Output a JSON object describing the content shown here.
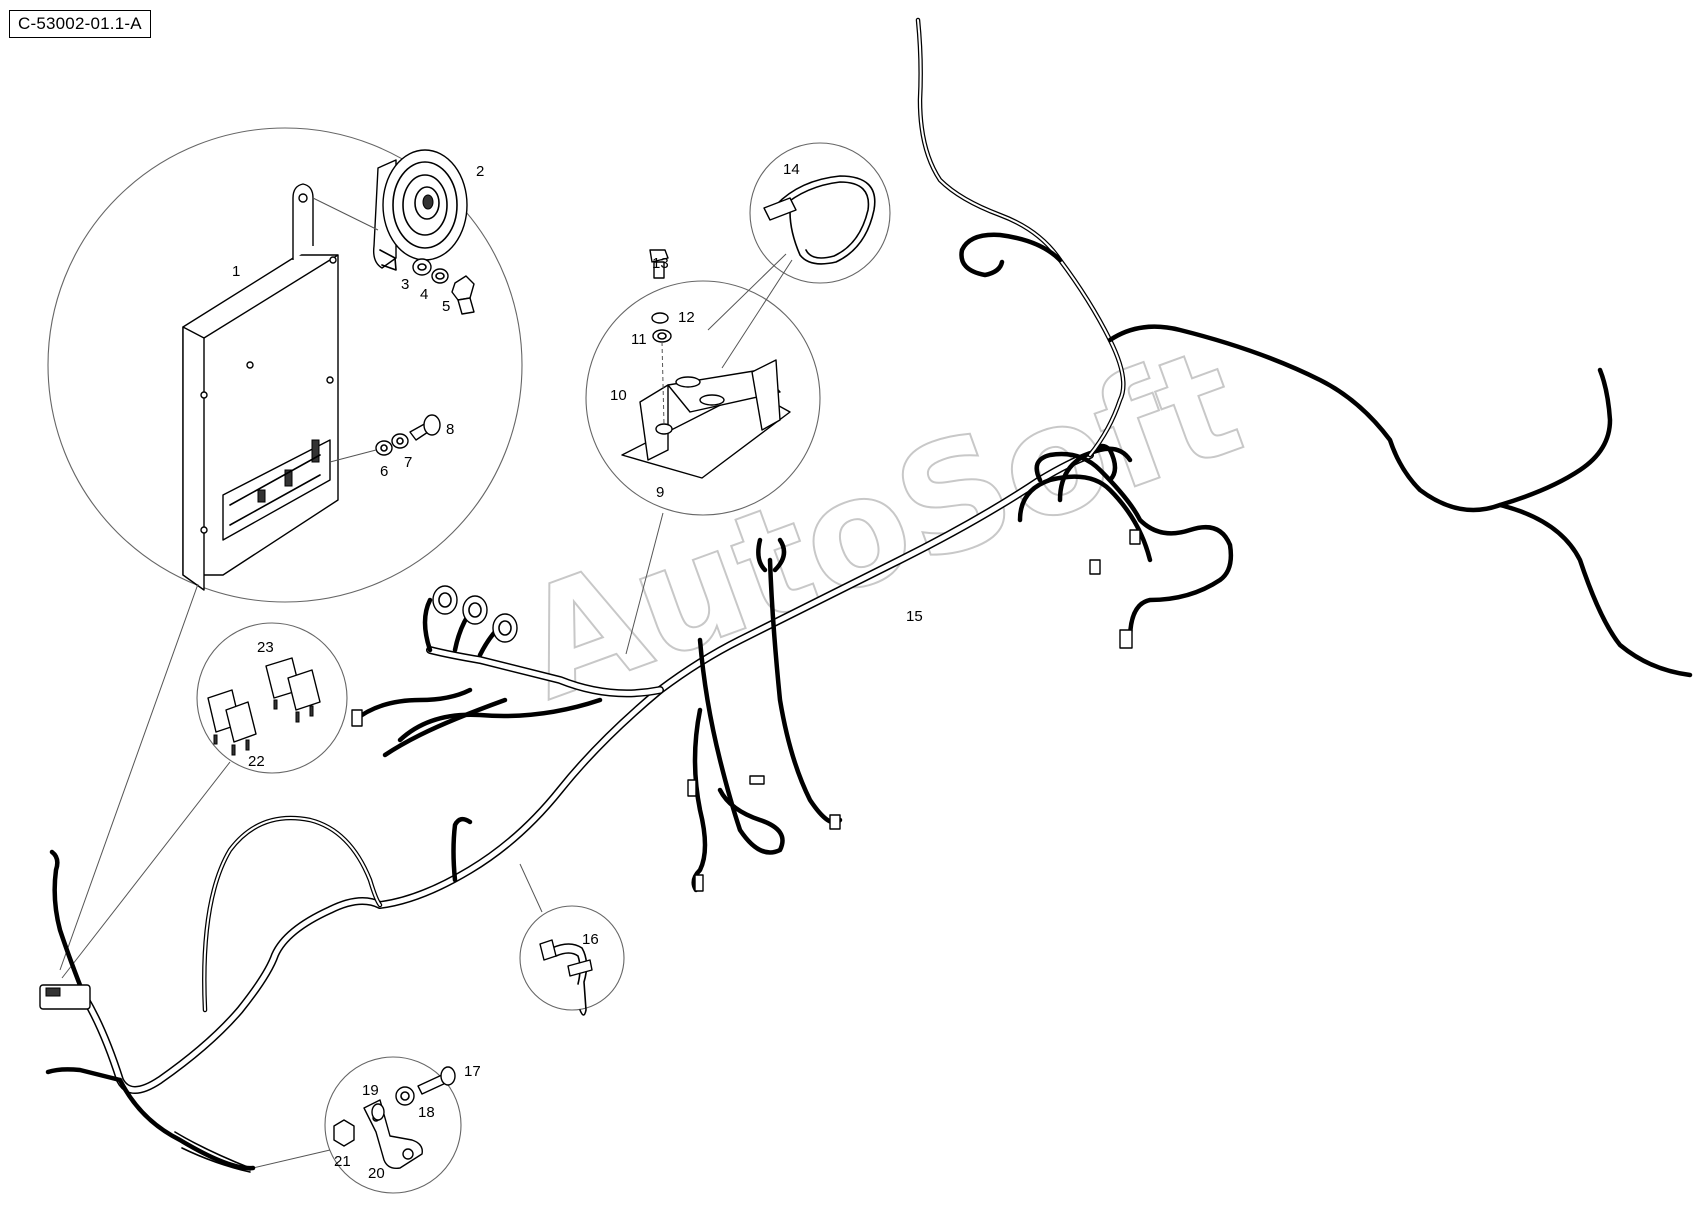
{
  "drawing_ref": "C-53002-01.1-A",
  "watermark": "AutoSoft",
  "callouts": {
    "c1": "1",
    "c2": "2",
    "c3": "3",
    "c4": "4",
    "c5": "5",
    "c6": "6",
    "c7": "7",
    "c8": "8",
    "c9": "9",
    "c10": "10",
    "c11": "11",
    "c12": "12",
    "c13": "13",
    "c14": "14",
    "c15": "15",
    "c16": "16",
    "c17": "17",
    "c18": "18",
    "c19": "19",
    "c20": "20",
    "c21": "21",
    "c22": "22",
    "c23": "23"
  }
}
